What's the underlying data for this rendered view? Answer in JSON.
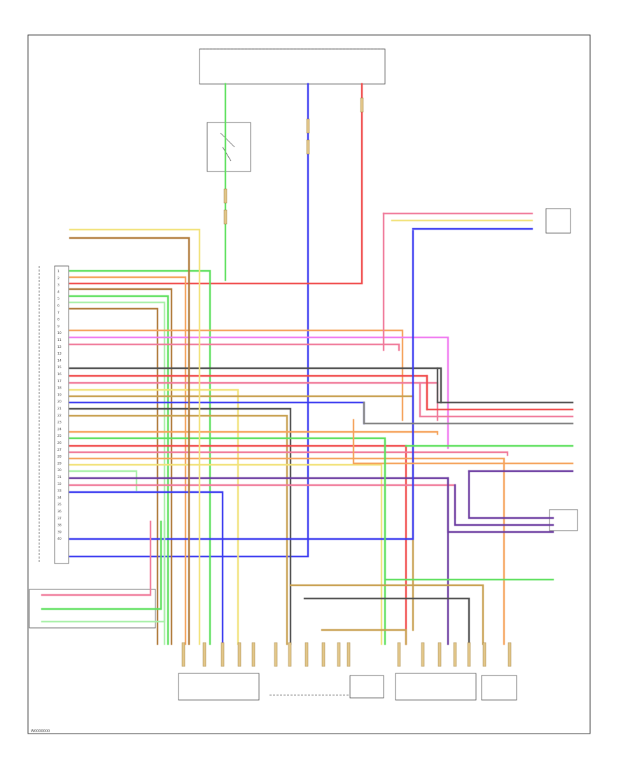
{
  "footer": {
    "code": "W0000000"
  },
  "components": {
    "fuse_box": {
      "label": ""
    },
    "ecu": {
      "label": ""
    },
    "brake_switch": {
      "label": ""
    }
  },
  "colors": {
    "yellow": "#f2e27a",
    "orange": "#f5a25a",
    "blue": "#3a3af0",
    "pink": "#f07a9a",
    "red": "#f04a4a",
    "green": "#5ee05e",
    "lightgreen": "#a8f0a8",
    "brown": "#b07a3a",
    "tan": "#c8a050",
    "gray": "#808080",
    "darkgray": "#505050",
    "violet": "#6a3aa0",
    "magenta": "#f07af0",
    "cyan": "#2ad0d0"
  },
  "pin_numbers": [
    "1",
    "2",
    "3",
    "4",
    "5",
    "6",
    "7",
    "8",
    "9",
    "10",
    "11",
    "12",
    "13",
    "14",
    "15",
    "16",
    "17",
    "18",
    "19",
    "20",
    "21",
    "22",
    "23",
    "24",
    "25",
    "26",
    "27",
    "28",
    "29",
    "30",
    "31",
    "32",
    "33",
    "34",
    "35",
    "36",
    "37",
    "38",
    "39",
    "40"
  ]
}
